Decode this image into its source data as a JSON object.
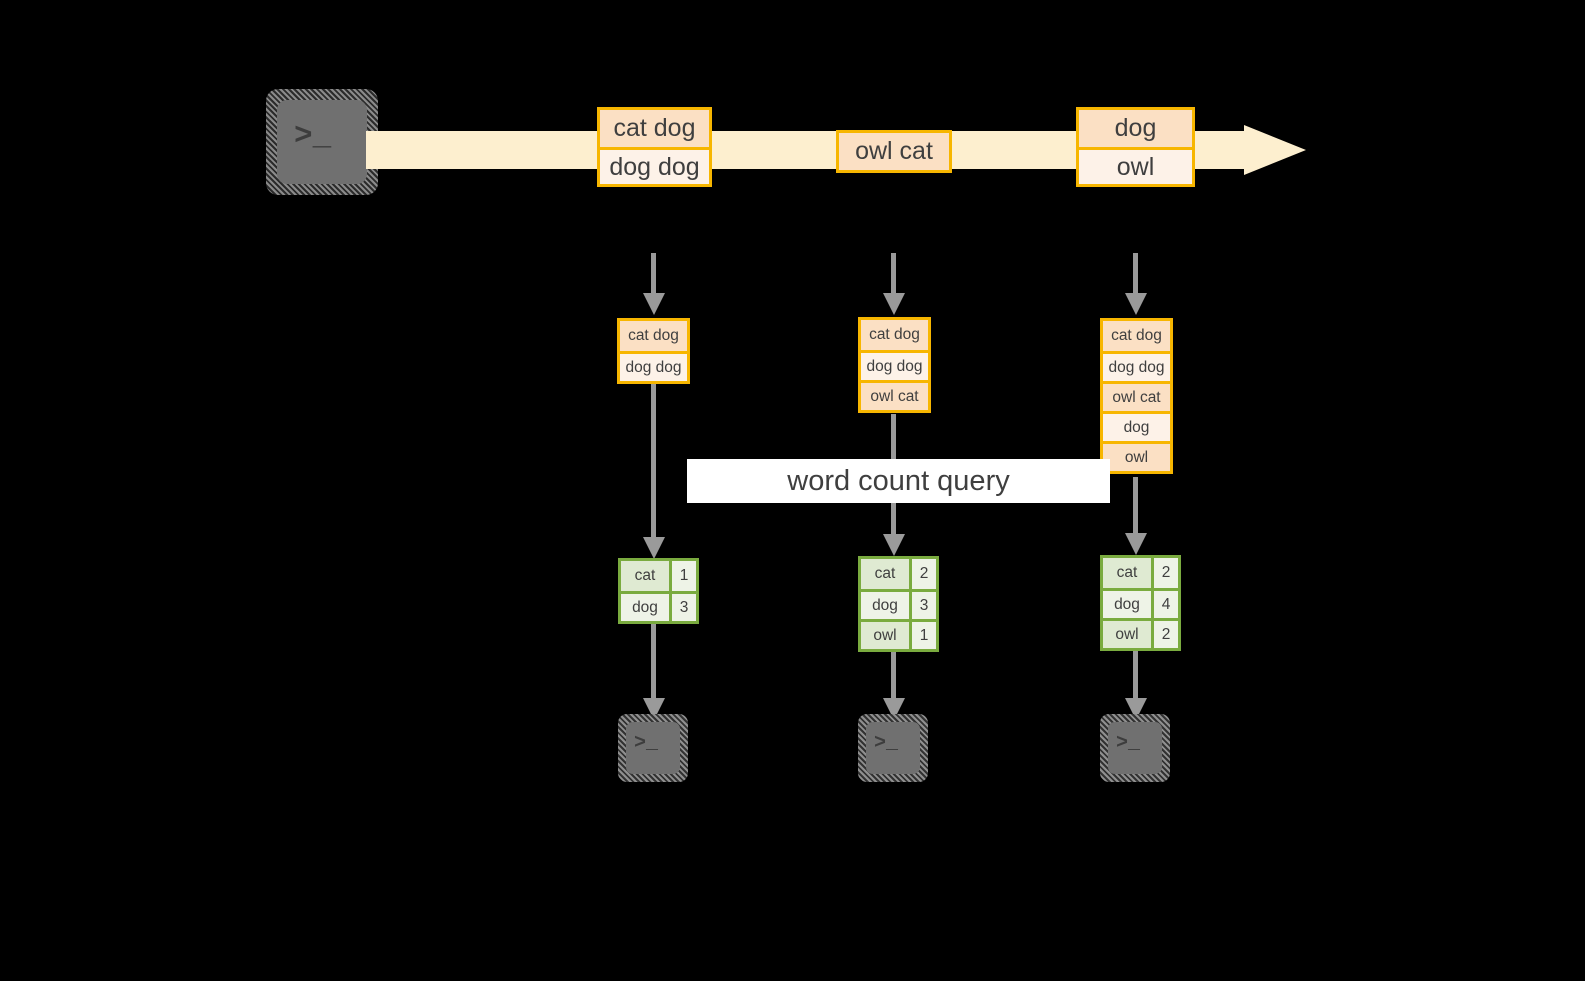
{
  "colors": {
    "stream_arrow": "#fdefcf",
    "record_border": "#f7b600",
    "record_fill_dark": "#fbe0c4",
    "record_fill_light": "#fdf2e8",
    "table_border": "#7aab3f",
    "table_fill_key": "#dfead2",
    "table_fill_value": "#eef3e7",
    "connector": "#9a9a9a",
    "terminal_body": "#707070",
    "label_background": "#ffffff",
    "text": "#3f3f3f",
    "background": "#000000"
  },
  "icons": {
    "terminal_prompt": ">_"
  },
  "stream": {
    "producer_icon": "terminal-icon",
    "events": [
      {
        "lines": [
          "cat dog",
          "dog dog"
        ]
      },
      {
        "lines": [
          "owl cat"
        ]
      },
      {
        "lines": [
          "dog",
          "owl"
        ]
      }
    ]
  },
  "query_label": "word count query",
  "snapshots": [
    {
      "input_lines": [
        "cat dog",
        "dog dog"
      ],
      "result": {
        "rows": [
          {
            "word": "cat",
            "count": "1"
          },
          {
            "word": "dog",
            "count": "3"
          }
        ]
      },
      "consumer_icon": "terminal-icon"
    },
    {
      "input_lines": [
        "cat dog",
        "dog dog",
        "owl cat"
      ],
      "result": {
        "rows": [
          {
            "word": "cat",
            "count": "2"
          },
          {
            "word": "dog",
            "count": "3"
          },
          {
            "word": "owl",
            "count": "1"
          }
        ]
      },
      "consumer_icon": "terminal-icon"
    },
    {
      "input_lines": [
        "cat dog",
        "dog dog",
        "owl cat",
        "dog",
        "owl"
      ],
      "result": {
        "rows": [
          {
            "word": "cat",
            "count": "2"
          },
          {
            "word": "dog",
            "count": "4"
          },
          {
            "word": "owl",
            "count": "2"
          }
        ]
      },
      "consumer_icon": "terminal-icon"
    }
  ]
}
